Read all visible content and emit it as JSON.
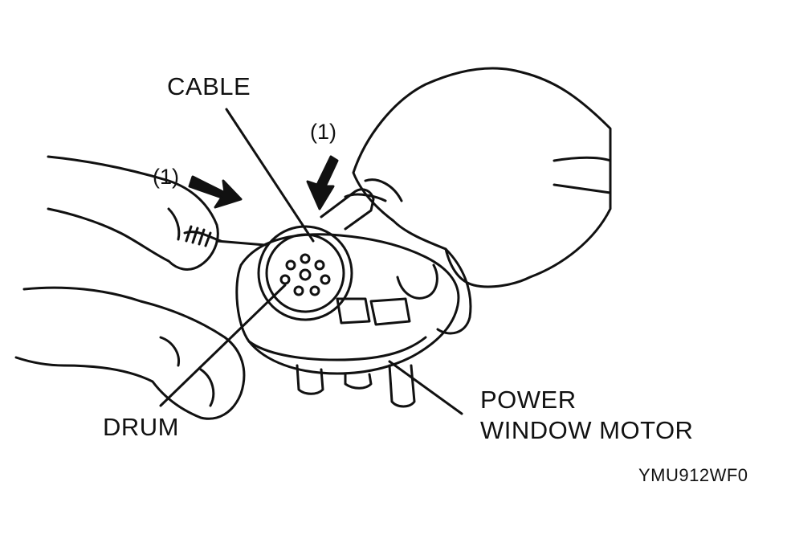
{
  "labels": {
    "cable": "CABLE",
    "arrow_left": "(1)",
    "arrow_top": "(1)",
    "drum": "DRUM",
    "power_line1": "POWER",
    "power_line2": "WINDOW MOTOR",
    "figure_code": "YMU912WF0"
  },
  "colors": {
    "ink": "#111111",
    "paper": "#ffffff"
  }
}
